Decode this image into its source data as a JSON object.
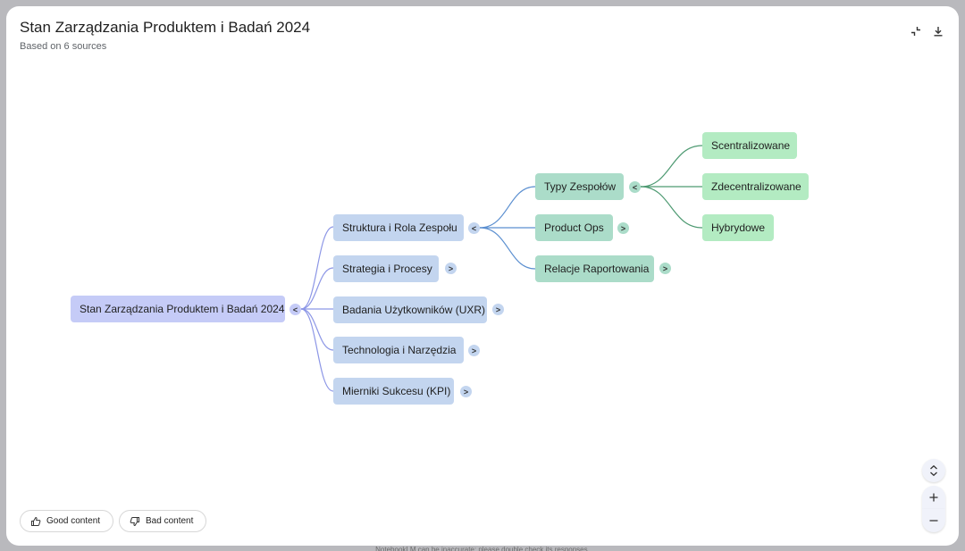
{
  "header": {
    "title": "Stan Zarządzania Produktem i Badań 2024",
    "subtitle": "Based on 6 sources",
    "collapse_icon": "collapse-icon",
    "download_icon": "download-icon"
  },
  "mindmap": {
    "root": {
      "label": "Stan Zarządzania Produktem i Badań 2024",
      "toggle": "<"
    },
    "level1": [
      {
        "label": "Struktura i Rola Zespołu",
        "toggle": "<"
      },
      {
        "label": "Strategia i Procesy",
        "toggle": ">"
      },
      {
        "label": "Badania Użytkowników (UXR)",
        "toggle": ">"
      },
      {
        "label": "Technologia i Narzędzia",
        "toggle": ">"
      },
      {
        "label": "Mierniki Sukcesu (KPI)",
        "toggle": ">"
      }
    ],
    "level2": [
      {
        "label": "Typy Zespołów",
        "toggle": "<"
      },
      {
        "label": "Product Ops",
        "toggle": ">"
      },
      {
        "label": "Relacje Raportowania",
        "toggle": ">"
      }
    ],
    "level3": [
      {
        "label": "Scentralizowane"
      },
      {
        "label": "Zdecentralizowane"
      },
      {
        "label": "Hybrydowe"
      }
    ],
    "colors": {
      "root": "#c5cbf7",
      "level1": "#c3d5ef",
      "level2": "#abdcc9",
      "level3": "#b3ebc2",
      "link_blue": "#8c96e6",
      "link_teal": "#5aa98b",
      "link_green": "#4e9a72"
    }
  },
  "feedback": {
    "good_label": "Good content",
    "bad_label": "Bad content",
    "good_icon": "thumbs-up-icon",
    "bad_icon": "thumbs-down-icon"
  },
  "zoom": {
    "fit_icon": "expand-vertical-icon",
    "zoom_in_icon": "plus-icon",
    "zoom_out_icon": "minus-icon"
  },
  "footer": {
    "note": "NotebookLM can be inaccurate; please double check its responses."
  }
}
